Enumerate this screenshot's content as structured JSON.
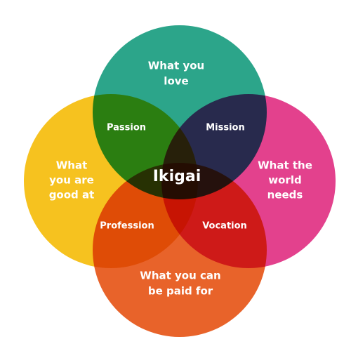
{
  "diagram": {
    "circles": {
      "love": {
        "lines": [
          "What you",
          "love"
        ],
        "color": "#2ca58a"
      },
      "good": {
        "lines": [
          "What",
          "you are",
          "good at"
        ],
        "color": "#f6c21f"
      },
      "needs": {
        "lines": [
          "What the",
          "world",
          "needs"
        ],
        "color": "#e3418d"
      },
      "paid": {
        "lines": [
          "What you can",
          "be paid for"
        ],
        "color": "#e8632a"
      }
    },
    "intersections": {
      "passion": "Passion",
      "mission": "Mission",
      "profession": "Profession",
      "vocation": "Vocation"
    },
    "center": "Ikigai"
  }
}
